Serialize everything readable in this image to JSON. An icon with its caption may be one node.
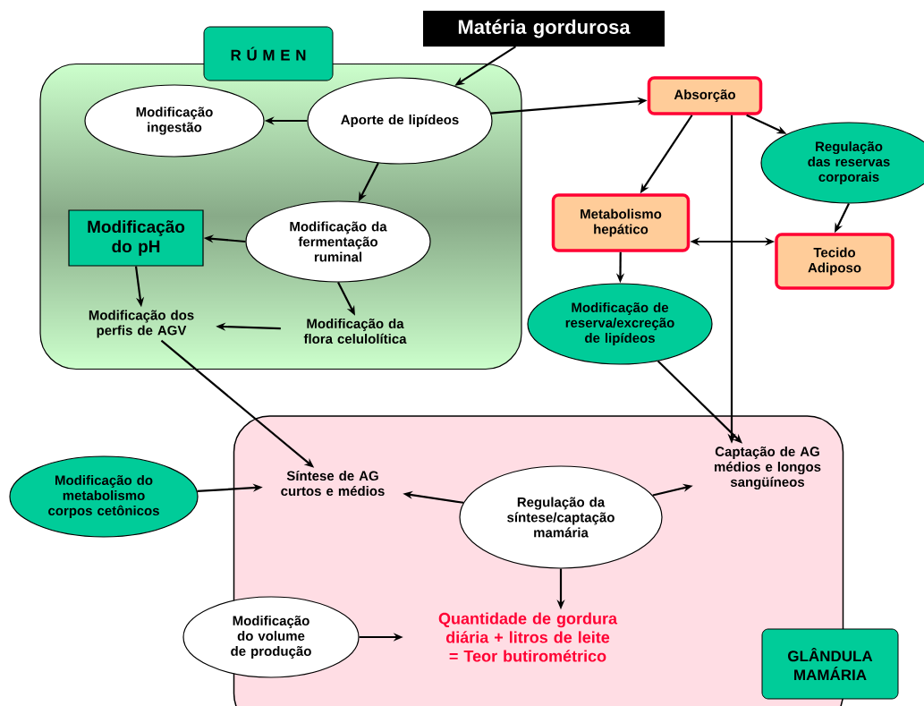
{
  "diagram": {
    "nodes": [
      {
        "text": [],
        "shape": "box"
      },
      {
        "text": [
          "Matéria gordurosa"
        ]
      },
      {
        "text": [
          "Modificação ingestão"
        ],
        "in": 0
      },
      {
        "text": [
          "Aporte de lipídeos"
        ],
        "in": 0
      },
      {
        "text": [
          "Modificação da fermentação ruminal"
        ],
        "in": 0
      },
      {
        "text": [
          "Modificação do pH"
        ],
        "in": 0
      },
      {
        "text": [
          "Modificação dos perfis de AGV"
        ],
        "in": 0
      },
      {
        "text": [
          "Modificação da flora celulolítica"
        ],
        "in": 0
      },
      {
        "text": [
          "Absorção"
        ]
      },
      {
        "text": [
          "Regulação das reservas corporais"
        ]
      },
      {
        "text": [
          "Metabolismo hepático"
        ]
      },
      {
        "text": [
          "Tecido Adiposo"
        ]
      },
      {
        "text": [
          "Modificação de reserva/excreção de lipídeos"
        ]
      },
      {
        "text": [],
        "shape": "box"
      },
      {
        "text": [
          "Síntese de AG curtos e médios"
        ],
        "in": 13
      },
      {
        "text": [
          "Captação de AG médios e longos sangüíneos"
        ],
        "in": 13
      },
      {
        "text": [
          "Modificação do metabolismo corpos cetônicos"
        ]
      },
      {
        "text": [
          "Regulação da síntese/captação mamária"
        ],
        "in": 13
      },
      {
        "text": [
          "Modificação do volume de produção"
        ]
      },
      {
        "text": [
          "Quantidade de gordura diária + litros de leite = Teor butirométrico"
        ],
        "in": 13
      },
      {
        "text": [
          "R Ú M E N"
        ]
      },
      {
        "text": [
          "GLÂNDULA MAMÁRIA"
        ]
      }
    ],
    "edges": [
      {
        "from": 1,
        "to": 3,
        "arrow": "to"
      },
      {
        "from": 3,
        "to": 2,
        "arrow": "to"
      },
      {
        "from": 3,
        "to": 4,
        "arrow": "to"
      },
      {
        "from": 3,
        "to": 8,
        "arrow": "to"
      },
      {
        "from": 4,
        "to": 5,
        "arrow": "to"
      },
      {
        "from": 4,
        "to": 7,
        "arrow": "to"
      },
      {
        "from": 5,
        "to": 6,
        "arrow": "to"
      },
      {
        "from": 7,
        "to": 6,
        "arrow": "to"
      },
      {
        "from": 6,
        "to": 14,
        "arrow": "to"
      },
      {
        "from": 8,
        "to": 10,
        "arrow": "to"
      },
      {
        "from": 8,
        "to": 9,
        "arrow": "to"
      },
      {
        "from": 8,
        "to": 15,
        "arrow": "to"
      },
      {
        "from": 9,
        "to": 11,
        "arrow": "to"
      },
      {
        "from": 10,
        "to": 11,
        "arrow": "both"
      },
      {
        "from": 10,
        "to": 12,
        "arrow": "to"
      },
      {
        "from": 12,
        "to": 15,
        "arrow": "to"
      },
      {
        "from": 16,
        "to": 14,
        "arrow": "to"
      },
      {
        "from": 17,
        "to": 14,
        "arrow": "to"
      },
      {
        "from": 17,
        "to": 15,
        "arrow": "to"
      },
      {
        "from": 17,
        "to": 19,
        "arrow": "to"
      },
      {
        "from": 18,
        "to": 19,
        "arrow": "to"
      }
    ]
  }
}
